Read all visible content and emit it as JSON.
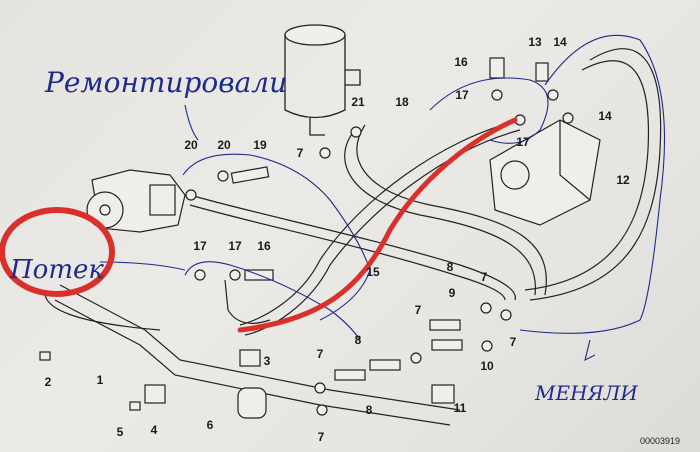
{
  "diagram": {
    "annotations": {
      "repaired": "Ремонтировали",
      "leaked": "Потек",
      "replaced": "МЕНЯЛИ"
    },
    "part_callouts": [
      "16",
      "17",
      "21",
      "18",
      "13",
      "14",
      "14",
      "17",
      "12",
      "7",
      "20",
      "20",
      "19",
      "17",
      "17",
      "16",
      "15",
      "8",
      "7",
      "9",
      "7",
      "7",
      "10",
      "8",
      "7",
      "7",
      "8",
      "11",
      "3",
      "2",
      "1",
      "5",
      "4",
      "6"
    ],
    "drawing_code": "00003919",
    "colors": {
      "ink": "#1a1a1a",
      "pen_blue": "#1e2a8c",
      "marker_red": "#d9302c",
      "paper": "#e8e7e3"
    }
  }
}
